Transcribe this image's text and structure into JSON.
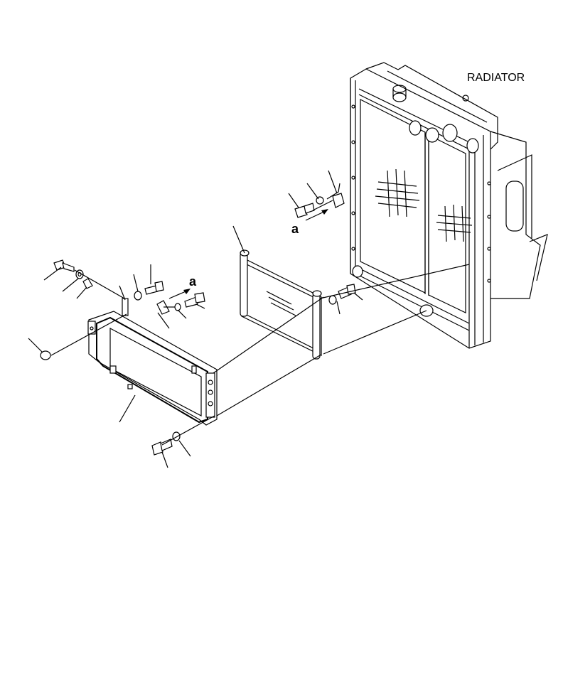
{
  "diagram": {
    "title": "RADIATOR",
    "arrow_marks": [
      "a",
      "a"
    ]
  }
}
